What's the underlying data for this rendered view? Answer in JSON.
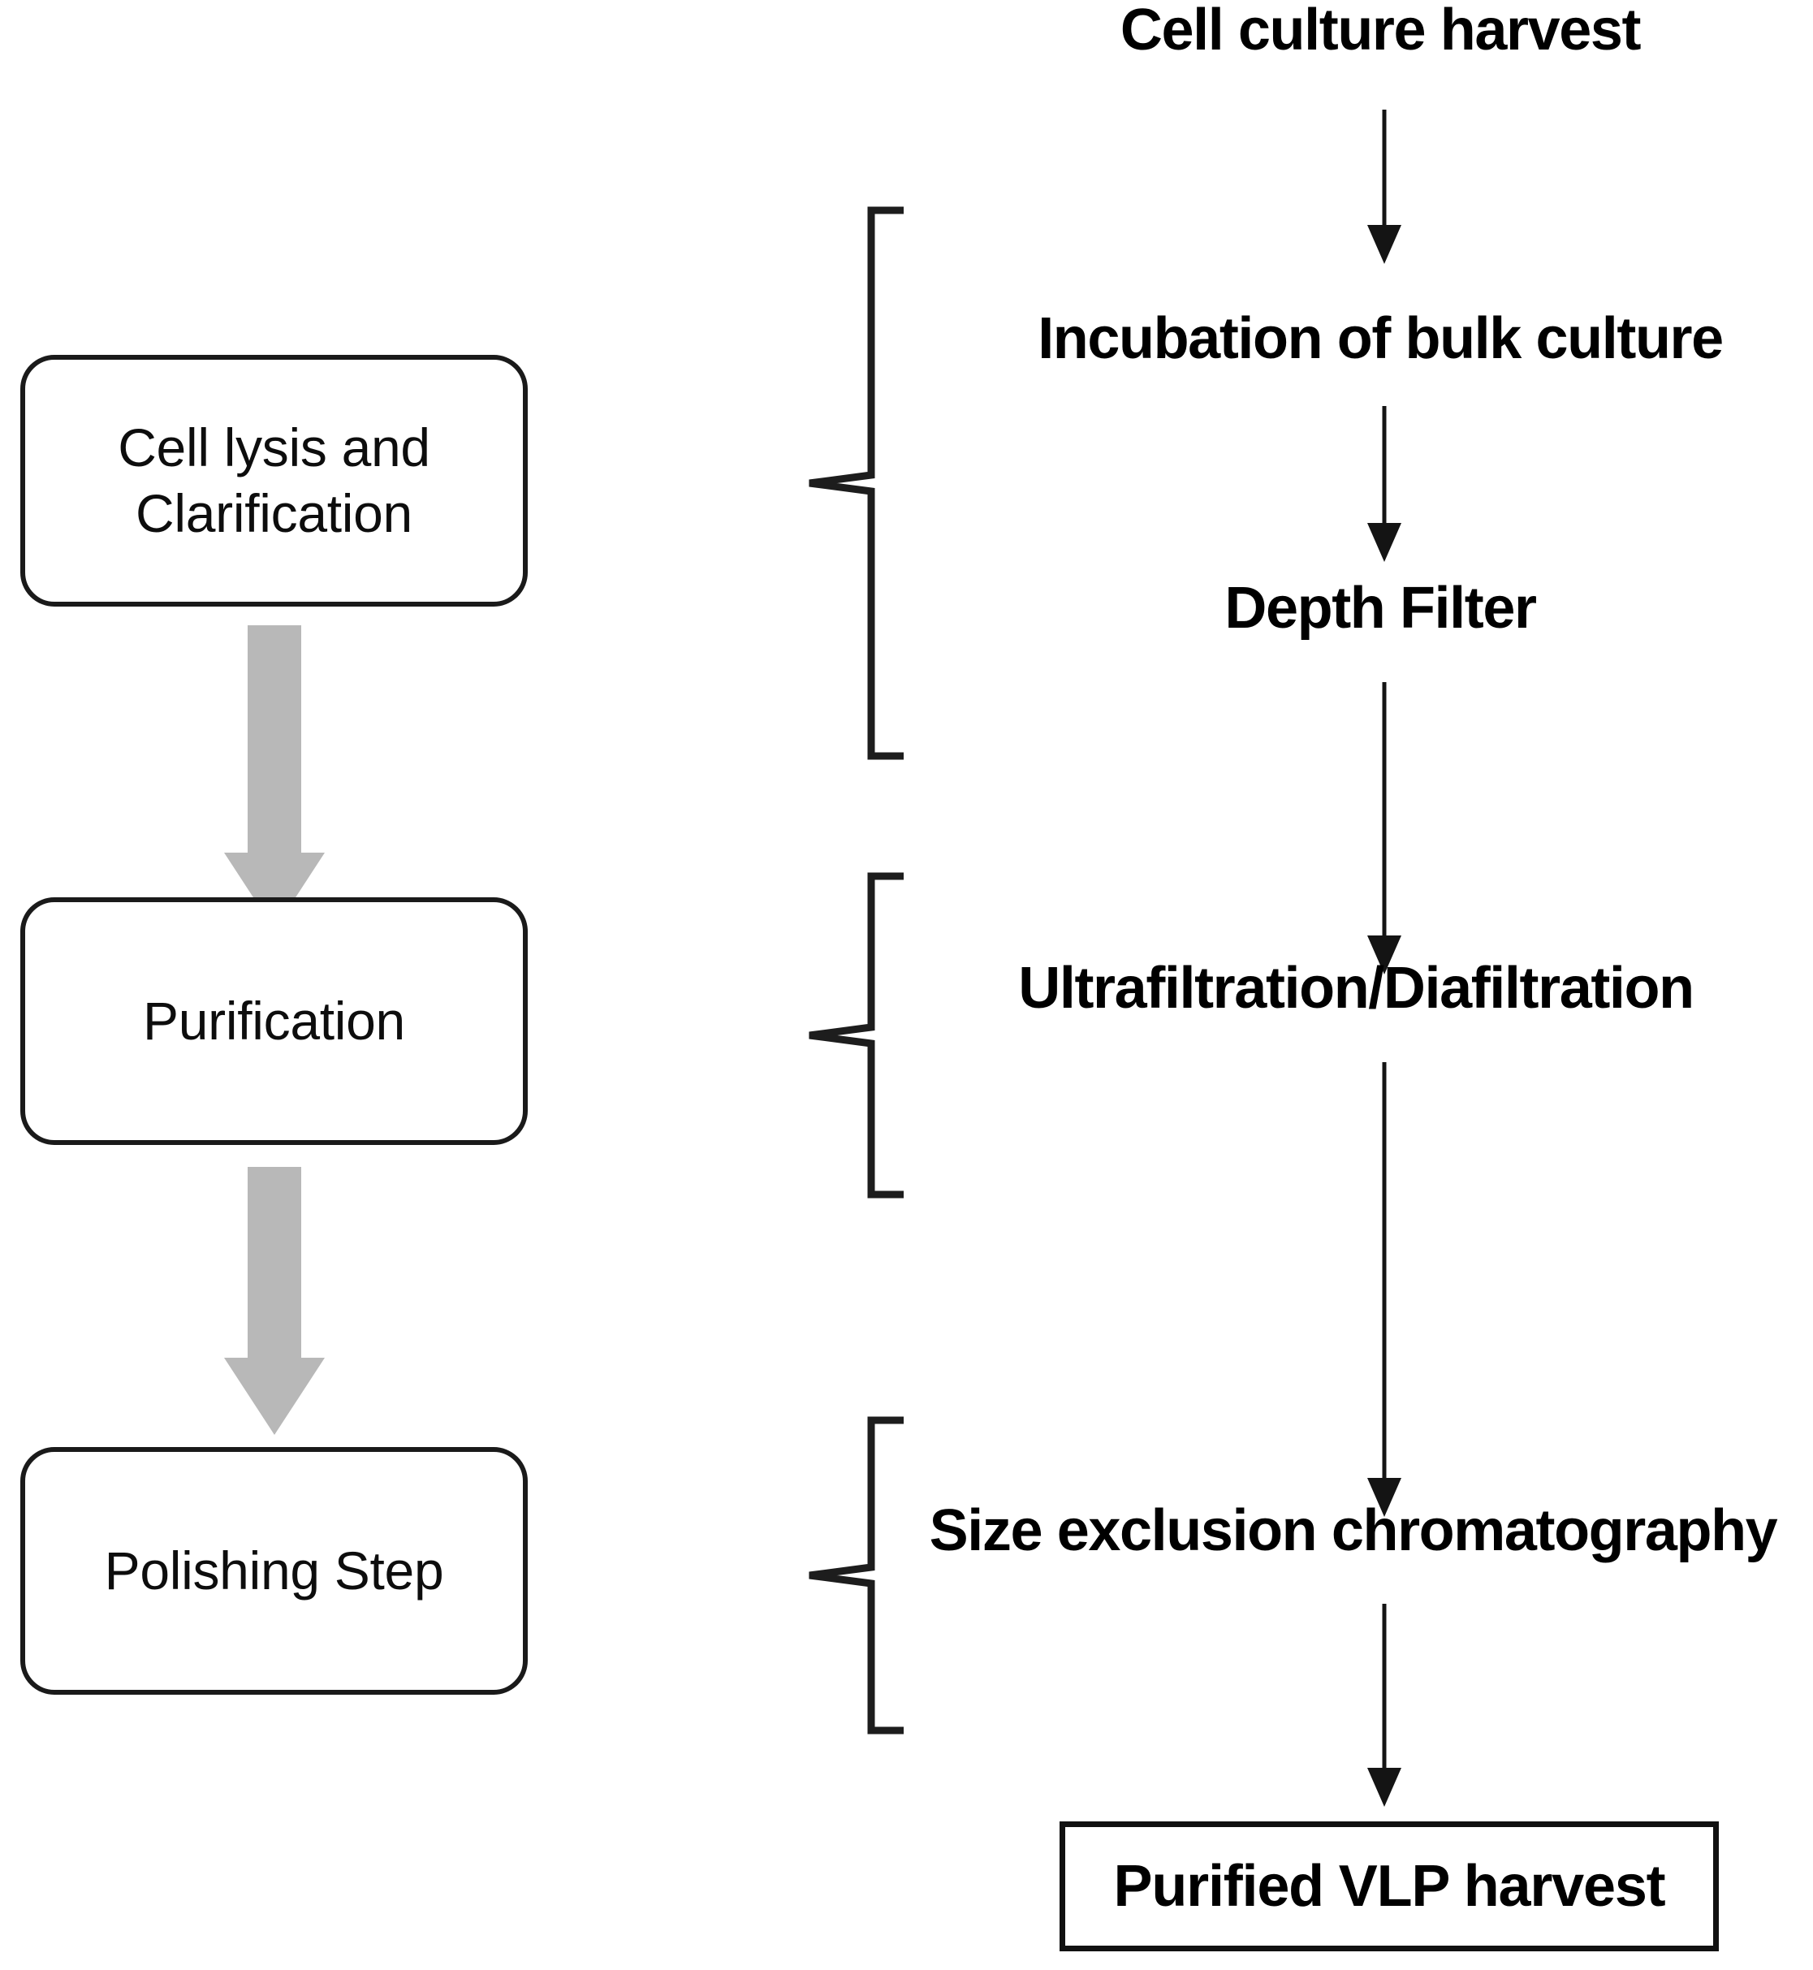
{
  "diagram": {
    "title": "VLP downstream processing flow diagram",
    "colors": {
      "line": "#141414",
      "box_border": "#1a1a1a",
      "gray_arrow": "#b8b8b8",
      "background": "#ffffff",
      "text": "#000000"
    },
    "left_column": {
      "stages": [
        {
          "id": "stage-cell-lysis",
          "label": "Cell lysis and\nClarification",
          "line1": "Cell lysis and",
          "line2": "Clarification"
        },
        {
          "id": "stage-purification",
          "label": "Purification",
          "line1": "Purification",
          "line2": ""
        },
        {
          "id": "stage-polishing",
          "label": "Polishing Step",
          "line1": "Polishing Step",
          "line2": ""
        }
      ],
      "connectors": [
        {
          "id": "gray-arrow-1",
          "from": "stage-cell-lysis",
          "to": "stage-purification",
          "style": "thick-gray-block-arrow"
        },
        {
          "id": "gray-arrow-2",
          "from": "stage-purification",
          "to": "stage-polishing",
          "style": "thick-gray-block-arrow"
        }
      ]
    },
    "right_column": {
      "steps": [
        {
          "id": "step-cell-culture-harvest",
          "label": "Cell culture harvest",
          "shape": "text"
        },
        {
          "id": "step-incubation",
          "label": "Incubation of bulk culture",
          "shape": "text"
        },
        {
          "id": "step-depth-filter",
          "label": "Depth Filter",
          "shape": "text"
        },
        {
          "id": "step-uf-df",
          "label": "Ultrafiltration/Diafiltration",
          "shape": "text"
        },
        {
          "id": "step-sec",
          "label": "Size exclusion chromatography",
          "shape": "text"
        },
        {
          "id": "step-purified-vlp",
          "label": "Purified VLP harvest",
          "shape": "rectangle"
        }
      ],
      "connectors": [
        {
          "id": "flow-arrow-1",
          "from": "step-cell-culture-harvest",
          "to": "step-incubation"
        },
        {
          "id": "flow-arrow-2",
          "from": "step-incubation",
          "to": "step-depth-filter"
        },
        {
          "id": "flow-arrow-3",
          "from": "step-depth-filter",
          "to": "step-uf-df"
        },
        {
          "id": "flow-arrow-4",
          "from": "step-uf-df",
          "to": "step-sec"
        },
        {
          "id": "flow-arrow-5",
          "from": "step-sec",
          "to": "step-purified-vlp"
        }
      ]
    },
    "braces": [
      {
        "id": "brace-clarification",
        "groups": [
          "step-incubation",
          "step-depth-filter"
        ],
        "points_to": "stage-cell-lysis"
      },
      {
        "id": "brace-purification",
        "groups": [
          "step-uf-df"
        ],
        "points_to": "stage-purification"
      },
      {
        "id": "brace-polishing",
        "groups": [
          "step-sec"
        ],
        "points_to": "stage-polishing"
      }
    ]
  }
}
